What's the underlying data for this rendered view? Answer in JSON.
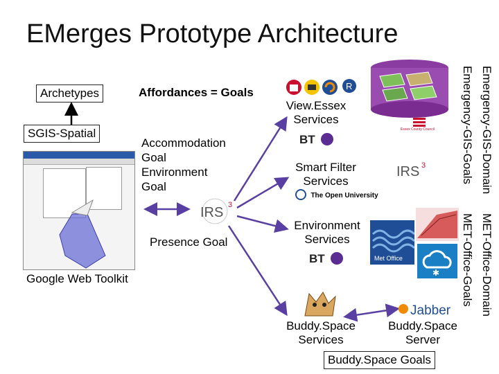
{
  "title": "EMerges Prototype Architecture",
  "left": {
    "archetypes": "Archetypes",
    "sgis_spatial": "SGIS-Spatial",
    "google_toolkit": "Google Web Toolkit"
  },
  "affordances": {
    "heading": "Affordances = Goals",
    "goals": "Accommodation\nGoal\nEnvironment\nGoal",
    "presence": "Presence Goal"
  },
  "services": {
    "view_essex": "View.Essex\nServices",
    "smart_filter": "Smart Filter\nServices",
    "environment": "Environment\nServices",
    "buddy_services": "Buddy.Space\nServices",
    "buddy_server": "Buddy.Space\nServer",
    "buddy_goals": "Buddy.Space Goals"
  },
  "vertical": {
    "emergency_domain": "Emergency-GIS-Domain",
    "emergency_goals": "Emergency-GIS-Goals",
    "met_domain": "MET-Office-Domain",
    "met_goals": "MET-Office-Goals"
  },
  "logos": {
    "irs": "IRS",
    "bt": "BT",
    "open_university": "The Open University",
    "met_office": "Met Office",
    "jabber": "Jabber",
    "essex": "Essex County Council"
  },
  "colors": {
    "arrow": "#5a3fa3",
    "irs_red": "#c8102e",
    "bt_blue": "#5b2c91",
    "met_blue": "#1f4e96",
    "polygon": "#6b6fd6"
  }
}
